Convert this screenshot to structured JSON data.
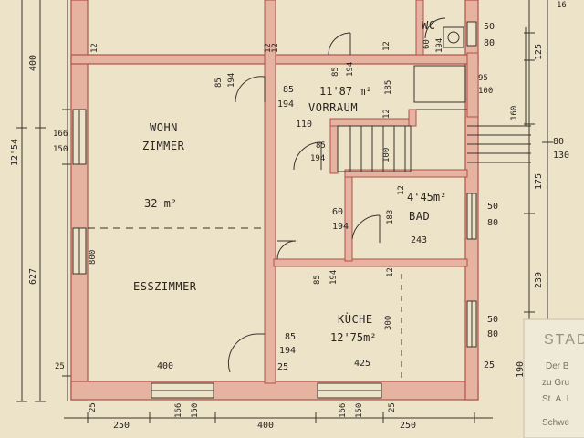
{
  "rooms": {
    "wohnzimmer_line1": "WOHN",
    "wohnzimmer_line2": "ZIMMER",
    "wohnzimmer_area": "32 m²",
    "esszimmer": "ESSZIMMER",
    "vorraum": "VORRAUM",
    "vorraum_area": "11'87 m²",
    "wc": "WC",
    "bad": "BAD",
    "bad_area": "4'45m²",
    "kueche": "KÜCHE",
    "kueche_area": "12'75m²"
  },
  "dimensions": {
    "left_400": "400",
    "left_1254": "12'54",
    "left_627": "627",
    "win_166": "166",
    "win_150": "150",
    "wall_12_top": "12",
    "wall_800": "800",
    "wall_25_left": "25",
    "wall_400_bottom": "400",
    "door_85_wz": "85",
    "door_194_wz": "194",
    "door_85_vr": "85",
    "door_194_vr": "194",
    "door_85_top": "85",
    "door_194_top": "194",
    "vr_110": "110",
    "vr_12a": "12",
    "vr_185": "185",
    "vr_12b": "12",
    "wc_60": "60",
    "wc_194": "194",
    "right_50a": "50",
    "right_80a": "80",
    "right_125": "125",
    "right_95": "95",
    "right_100": "100",
    "right_160": "160",
    "right_80b": "80",
    "right_130": "130",
    "right_175": "175",
    "stair_85": "85",
    "stair_194": "194",
    "stair_100": "100",
    "stair_12": "12",
    "bad_12": "12",
    "bad_183": "183",
    "bad_60": "60",
    "bad_194": "194",
    "bad_243": "243",
    "bad_50": "50",
    "bad_80": "80",
    "right_239": "239",
    "k_85": "85",
    "k_194": "194",
    "k_12": "12",
    "k_300": "300",
    "k_50": "50",
    "k_80": "80",
    "k_85b": "85",
    "k_194b": "194",
    "k_25": "25",
    "k_425": "425",
    "k_25r": "25",
    "right_190": "190",
    "bot_25": "25",
    "bot_250a": "250",
    "bot_166a": "166",
    "bot_150a": "150",
    "bot_400": "400",
    "bot_166b": "166",
    "bot_150b": "150",
    "bot_250b": "250",
    "bot_25r": "25",
    "top_12": "12",
    "top_12b": "12",
    "top_50": "50",
    "top_80": "80",
    "top_16": "16"
  },
  "stamp": {
    "title": "STADT",
    "line1": "Der B",
    "line2": "zu Gru",
    "line3": "St. A. I",
    "line4": "Schwe"
  },
  "colors": {
    "paper": "#ece3c9",
    "wall_fill": "#e6b3a1",
    "wall_stroke": "#b0524a",
    "ink": "#2a2520"
  }
}
